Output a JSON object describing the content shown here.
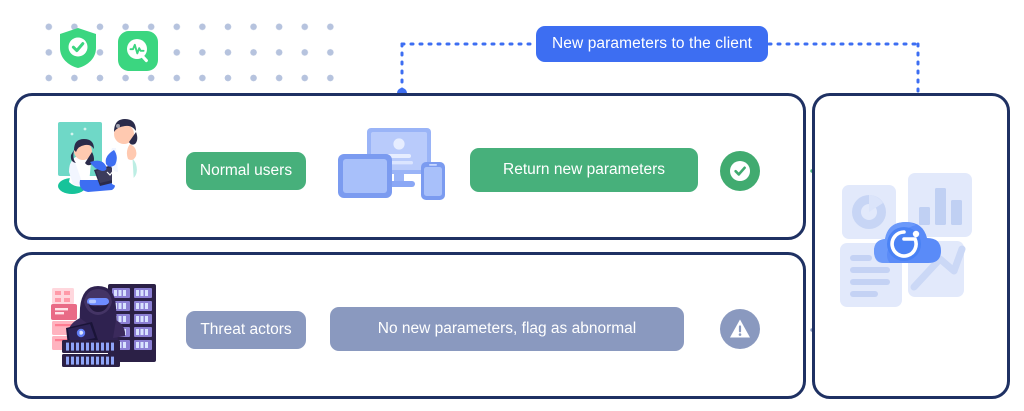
{
  "colors": {
    "blue_accent": "#3d6ef2",
    "green_accent": "#47b07b",
    "gray_blue": "#8a99bf",
    "card_border": "#1f3163",
    "dot_grid": "#b6c3de",
    "device_blue": "#7b9bf0",
    "cloud_blue": "#4a82f5",
    "hacker_purple": "#3b2a5c",
    "teal": "#6fd8c7"
  },
  "decor": {
    "dot_grid_name": "dot-grid-pattern",
    "shield_icon_label": "shield-check-icon",
    "scan_icon_label": "pulse-scan-icon"
  },
  "top_badge": {
    "label": "New parameters to the client"
  },
  "flows": [
    {
      "id": "normal",
      "illustration": "users-with-laptop-illustration",
      "source_label": "Normal users",
      "middle_icon": "devices-monitor-tablet-phone-icon",
      "action_label": "Return new parameters",
      "status_icon": "check-circle-icon",
      "status_meaning": "allowed"
    },
    {
      "id": "threat",
      "illustration": "hacker-server-rack-illustration",
      "source_label": "Threat actors",
      "middle_icon": "",
      "action_label": "No new parameters, flag as abnormal",
      "status_icon": "warning-triangle-icon",
      "status_meaning": "flagged"
    }
  ],
  "cloud_panel": {
    "name": "cloud-platform-panel",
    "logo_icon": "cloud-g-logo-icon",
    "card_icons": [
      "donut-chart-card-icon",
      "bar-chart-card-icon",
      "document-lines-card-icon",
      "trend-line-card-icon"
    ]
  }
}
